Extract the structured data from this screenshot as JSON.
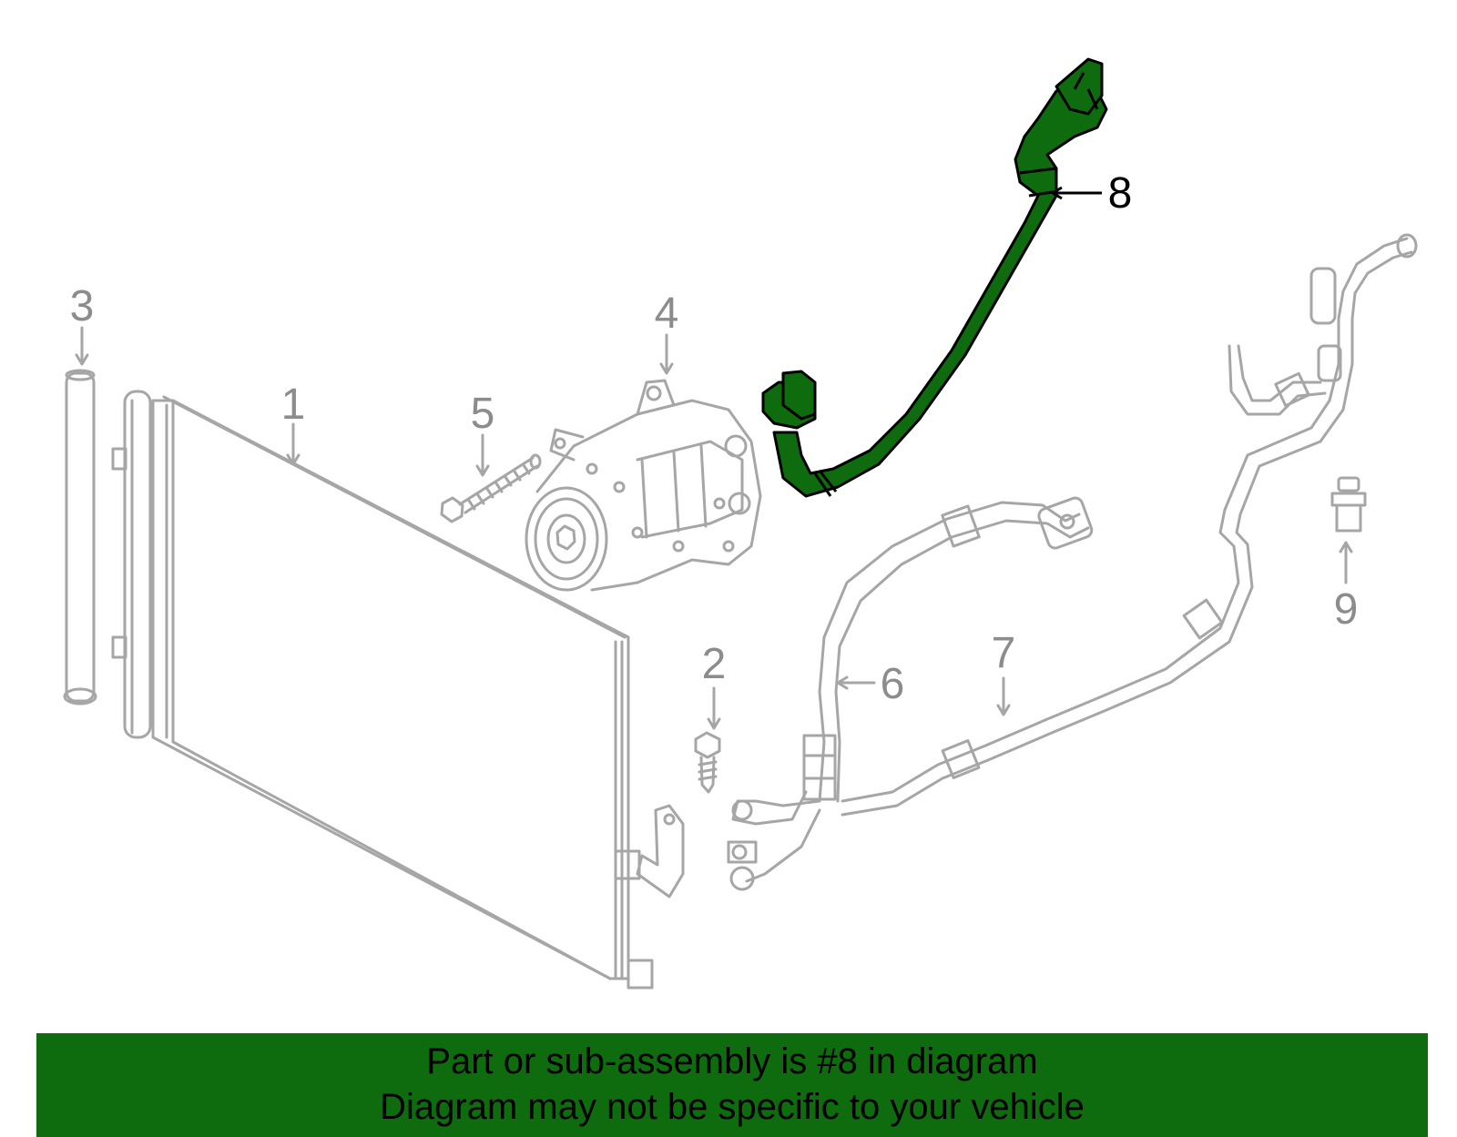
{
  "diagram": {
    "highlighted_part": "8",
    "highlight_color": "#0e6b0e",
    "line_color": "#a6a6a6",
    "callouts": [
      "1",
      "2",
      "3",
      "4",
      "5",
      "6",
      "7",
      "8",
      "9"
    ]
  },
  "footer": {
    "line1": "Part or sub-assembly is #8 in diagram",
    "line2": "Diagram may not be specific to your vehicle",
    "background": "#0e6b0e"
  }
}
